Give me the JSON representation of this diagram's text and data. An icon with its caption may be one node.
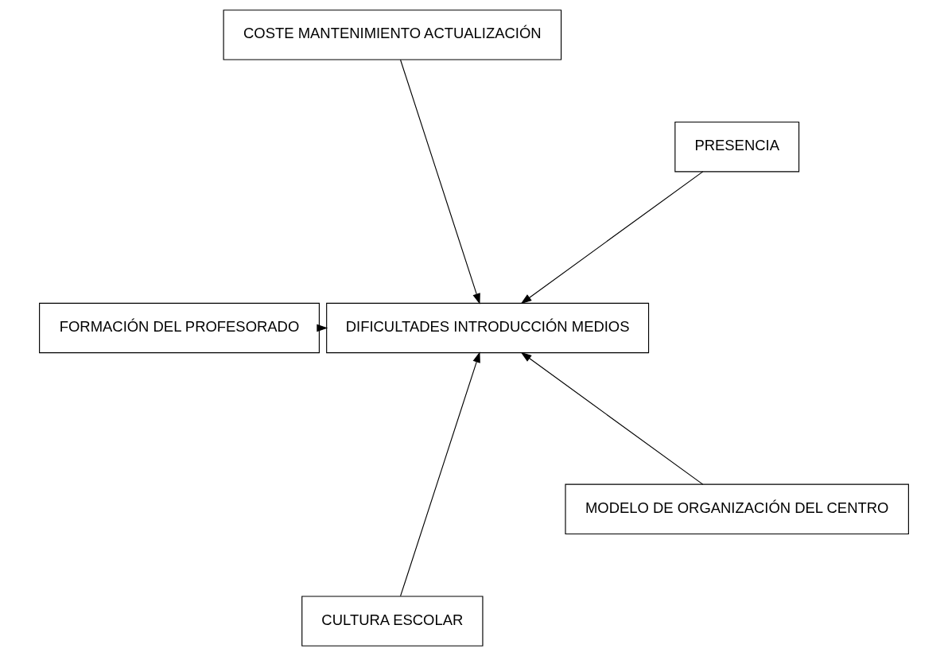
{
  "diagram": {
    "nodes": [
      {
        "text": [
          "PRESENCIA"
        ]
      },
      {
        "text": [
          "COSTE MANTENIMIENTO ACTUALIZACIÓN"
        ]
      },
      {
        "text": [
          "DIFICULTADES INTRODUCCIÓN MEDIOS"
        ]
      },
      {
        "text": [
          "FORMACIÓN DEL PROFESORADO"
        ]
      },
      {
        "text": [
          "CULTURA ESCOLAR"
        ]
      },
      {
        "text": [
          "MODELO DE ORGANIZACIÓN DEL CENTRO"
        ]
      }
    ],
    "edges": [
      {
        "from": 0,
        "to": 2,
        "arrow": "to"
      },
      {
        "from": 1,
        "to": 2,
        "arrow": "to"
      },
      {
        "from": 3,
        "to": 2,
        "arrow": "to"
      },
      {
        "from": 4,
        "to": 2,
        "arrow": "to"
      },
      {
        "from": 5,
        "to": 2,
        "arrow": "to"
      }
    ]
  }
}
